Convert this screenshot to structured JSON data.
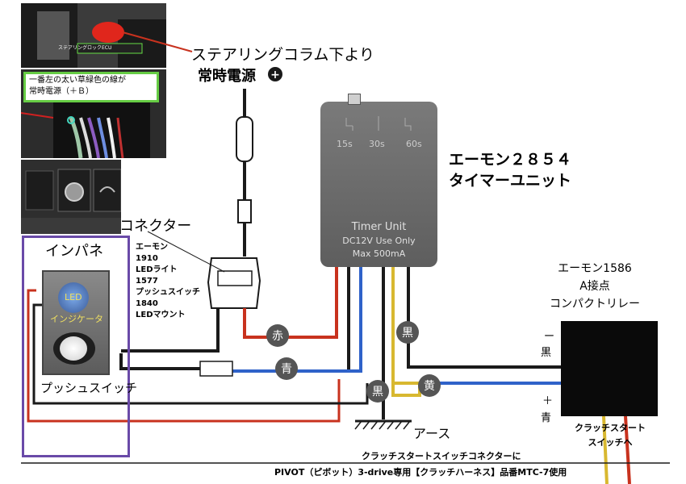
{
  "labels": {
    "steering_column": "ステアリングコラム下より",
    "constant_power": "常時電源",
    "plus_symbol": "+",
    "photo_ecu_label": "ステアリングロックECU",
    "photo_wire_note": "一番左の太い草緑色の線が\n常時電源（＋Ｂ）",
    "timer_title": "エーモン２８５４\nタイマーユニット",
    "timer_unit_name": "Timer Unit",
    "timer_spec_voltage": "DC12V Use Only",
    "timer_spec_current": "Max 500mA",
    "timer_dial": [
      "15s",
      "30s",
      "60s"
    ],
    "connector": "コネクター",
    "amon_parts": "エーモン\n1910\nLEDライト\n1577\nプッシュスイッチ\n1840\nLEDマウント",
    "instrument_panel": "インパネ",
    "led_label": "LED",
    "led_indicator": "インジケータ",
    "push_switch": "プッシュスイッチ",
    "relay_title": "エーモン1586\nA接点\nコンパクトリレー",
    "relay_minus": "ー",
    "relay_black": "黒",
    "relay_plus": "＋",
    "relay_blue": "青",
    "wire_red": "赤",
    "wire_blue": "青",
    "wire_black_1": "黒",
    "wire_black_2": "黒",
    "wire_yellow": "黄",
    "earth": "アース",
    "clutch_switch": "クラッチスタート\nスイッチへ",
    "footer_line1": "クラッチスタートスイッチコネクターに",
    "footer_line2": "PIVOT（ピボット）3-drive専用【クラッチハーネス】品番MTC-7使用"
  },
  "colors": {
    "wire_red": "#c8321e",
    "wire_blue": "#2f62c9",
    "wire_black": "#1a1a1a",
    "wire_yellow": "#d8b830",
    "panel_border": "#6a4aa8",
    "timer_body": "#6e6e6e",
    "note_border": "#66cc44",
    "badge": "#555555"
  }
}
